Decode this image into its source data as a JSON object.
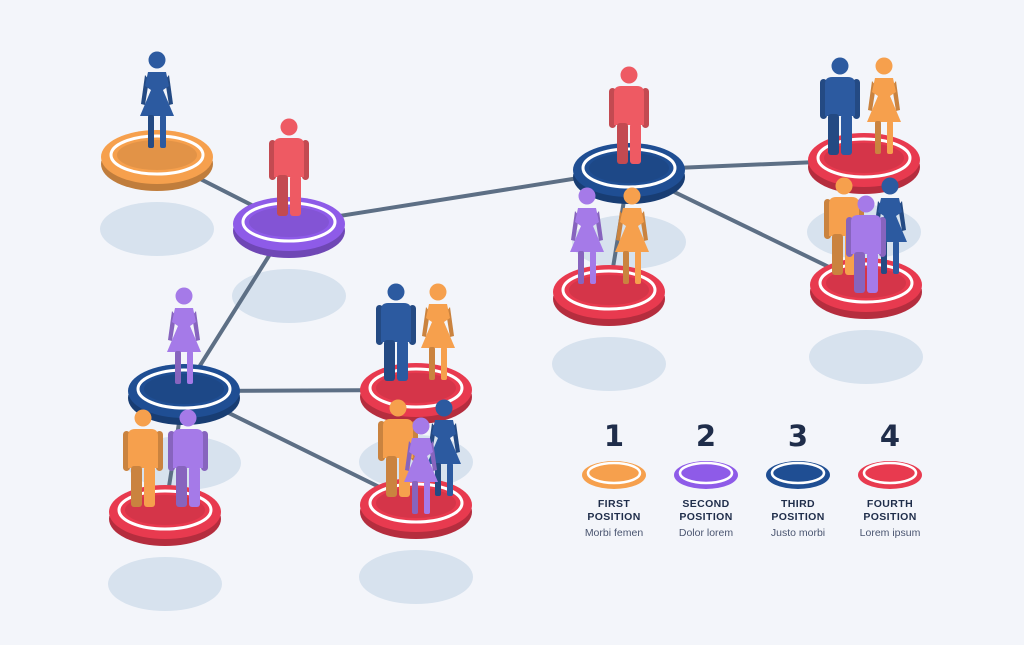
{
  "colors": {
    "background": "#f3f5fa",
    "connector": "#5d6f85",
    "shadow": "#d7e2ee",
    "first_position": "#f6a04d",
    "second_position": "#8e5be8",
    "third_position": "#1f4e93",
    "fourth_position": "#e83a4f",
    "person_blue": "#2c5aa0",
    "person_red": "#ee5a63",
    "person_orange": "#f6a04d",
    "person_purple": "#a57ae8"
  },
  "legend": {
    "items": [
      {
        "number": "1",
        "title_line1": "FIRST",
        "title_line2": "POSITION",
        "subtitle": "Morbi femen",
        "color": "#f6a04d"
      },
      {
        "number": "2",
        "title_line1": "SECOND",
        "title_line2": "POSITION",
        "subtitle": "Dolor lorem",
        "color": "#8e5be8"
      },
      {
        "number": "3",
        "title_line1": "THIRD",
        "title_line2": "POSITION",
        "subtitle": "Justo morbi",
        "color": "#1f4e93"
      },
      {
        "number": "4",
        "title_line1": "FOURTH",
        "title_line2": "POSITION",
        "subtitle": "Lorem ipsum",
        "color": "#e83a4f"
      }
    ]
  },
  "nodes": [
    {
      "id": "n1",
      "position": "first",
      "color": "#f6a04d",
      "people": [
        {
          "gender": "female",
          "color": "#2c5aa0"
        }
      ]
    },
    {
      "id": "n2",
      "position": "second",
      "color": "#8e5be8",
      "people": [
        {
          "gender": "male",
          "color": "#ee5a63"
        }
      ]
    },
    {
      "id": "n3",
      "position": "third",
      "color": "#1f4e93",
      "people": [
        {
          "gender": "male",
          "color": "#ee5a63"
        }
      ]
    },
    {
      "id": "n4",
      "position": "third",
      "color": "#1f4e93",
      "people": [
        {
          "gender": "female",
          "color": "#a57ae8"
        }
      ]
    },
    {
      "id": "n5",
      "position": "fourth",
      "color": "#e83a4f",
      "people": [
        {
          "gender": "male",
          "color": "#2c5aa0"
        },
        {
          "gender": "female",
          "color": "#f6a04d"
        }
      ]
    },
    {
      "id": "n6",
      "position": "fourth",
      "color": "#e83a4f",
      "people": [
        {
          "gender": "male",
          "color": "#f6a04d"
        },
        {
          "gender": "female",
          "color": "#2c5aa0"
        },
        {
          "gender": "female",
          "color": "#a57ae8"
        }
      ]
    },
    {
      "id": "n7",
      "position": "fourth",
      "color": "#e83a4f",
      "people": [
        {
          "gender": "female",
          "color": "#a57ae8"
        },
        {
          "gender": "female",
          "color": "#f6a04d"
        }
      ]
    },
    {
      "id": "n8",
      "position": "fourth",
      "color": "#e83a4f",
      "people": [
        {
          "gender": "male",
          "color": "#2c5aa0"
        },
        {
          "gender": "female",
          "color": "#f6a04d"
        }
      ]
    },
    {
      "id": "n9",
      "position": "fourth",
      "color": "#e83a4f",
      "people": [
        {
          "gender": "male",
          "color": "#f6a04d"
        },
        {
          "gender": "female",
          "color": "#2c5aa0"
        },
        {
          "gender": "male",
          "color": "#a57ae8"
        }
      ]
    },
    {
      "id": "n10",
      "position": "fourth",
      "color": "#e83a4f",
      "people": [
        {
          "gender": "male",
          "color": "#f6a04d"
        },
        {
          "gender": "male",
          "color": "#a57ae8"
        }
      ]
    }
  ],
  "edges": [
    [
      "n1",
      "n2"
    ],
    [
      "n2",
      "n3"
    ],
    [
      "n2",
      "n4"
    ],
    [
      "n3",
      "n7"
    ],
    [
      "n3",
      "n8"
    ],
    [
      "n3",
      "n9"
    ],
    [
      "n4",
      "n5"
    ],
    [
      "n4",
      "n6"
    ],
    [
      "n4",
      "n10"
    ]
  ]
}
